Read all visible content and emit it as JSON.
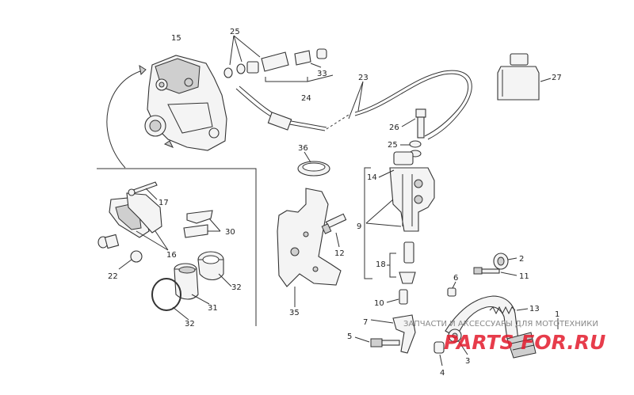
{
  "labels": {
    "l1": "1",
    "l2": "2",
    "l3": "3",
    "l4": "4",
    "l5": "5",
    "l6": "6",
    "l7": "7",
    "l9": "9",
    "l10": "10",
    "l11": "11",
    "l12": "12",
    "l13": "13",
    "l14": "14",
    "l15": "15",
    "l16": "16",
    "l17": "17",
    "l18": "18",
    "l22": "22",
    "l23": "23",
    "l24": "24",
    "l25a": "25",
    "l25b": "25",
    "l26": "26",
    "l27": "27",
    "l30": "30",
    "l31": "31",
    "l32a": "32",
    "l32b": "32",
    "l33": "33",
    "l35": "35",
    "l36": "36"
  },
  "watermark": {
    "text": "ЗАПЧАСТИ И АКСЕССУАРЫ ДЛЯ МОТОТЕХНИКИ",
    "logo": "PARTS FOR.RU"
  }
}
